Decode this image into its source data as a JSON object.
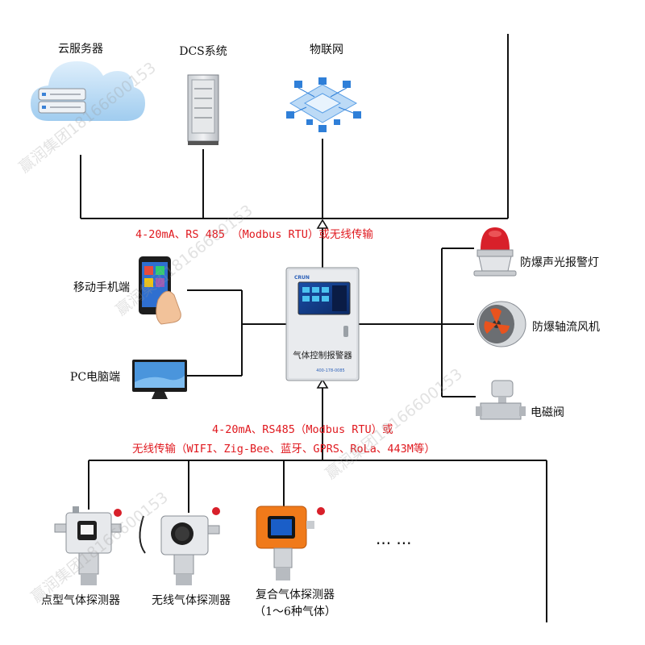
{
  "top_devices": {
    "cloud": "云服务器",
    "dcs": "DCS系统",
    "iot": "物联网"
  },
  "upper_protocol": "4-20mA、RS 485 （Modbus RTU）或无线传输",
  "left_devices": {
    "mobile": "移动手机端",
    "pc": "PC电脑端"
  },
  "controller": {
    "label": "气体控制报警器",
    "brand": "CRUN",
    "phone": "400-178-0085"
  },
  "right_devices": {
    "alarm_light": "防爆声光报警灯",
    "fan": "防爆轴流风机",
    "valve": "电磁阀"
  },
  "lower_protocol": {
    "line1": "4-20mA、RS485（Modbus RTU）或",
    "line2": "无线传输（WIFI、Zig-Bee、蓝牙、GPRS、RoLa、443M等）"
  },
  "detectors": {
    "point": "点型气体探测器",
    "wireless": "无线气体探测器",
    "composite_line1": "复合气体探测器",
    "composite_line2": "（1～6种气体）",
    "ellipsis": "···  ···"
  },
  "watermark": "赢润集团18166600153",
  "colors": {
    "protocol_text": "#e0191f",
    "line": "#111111",
    "detector_orange": "#f07a1a"
  }
}
